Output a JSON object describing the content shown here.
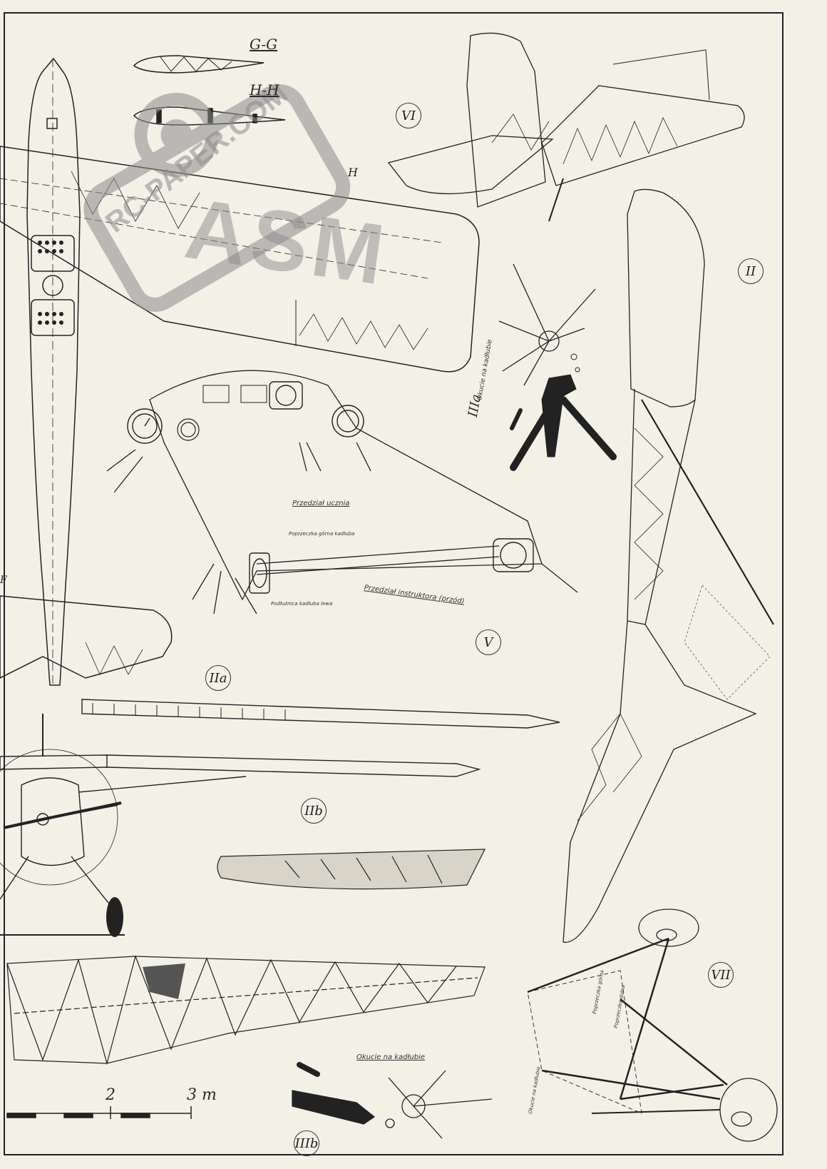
{
  "sections": {
    "gg": "G-G",
    "hh": "H-H",
    "h_mark": "H",
    "f_mark": "F"
  },
  "views": {
    "vi": "VI",
    "ii": "II",
    "iiia": "IIIa",
    "v": "V",
    "iia": "IIa",
    "iib": "IIb",
    "iiib": "IIIb",
    "vii": "VII"
  },
  "notes": {
    "okucie_kadlubie_a": "Okucie na kadłubie",
    "okucie_kadlubie_b": "Okucie na kadłubie",
    "przedzial_ucznia": "Przedział ucznia",
    "poprzeczka_gorna": "Poprzeczka górna kadłuba",
    "przedzial_instruktora": "Przedział instruktora (przód)",
    "podluznica_lewa": "Podłużnica kadłuba lewa",
    "poprzeczka_gorna_vii": "Poprzeczka górna",
    "poprzeczka_dolna_vii": "Poprzeczka dolna",
    "okucie_vii": "Okucie na kadłubie"
  },
  "scale": {
    "mark_2": "2",
    "mark_3": "3 m"
  },
  "watermark": {
    "text_top": "ASM",
    "text_site": "RC-PAPER.COM"
  },
  "colors": {
    "paper": "#f3f0e6",
    "ink": "#222222",
    "watermark": "#8c8c8c"
  }
}
